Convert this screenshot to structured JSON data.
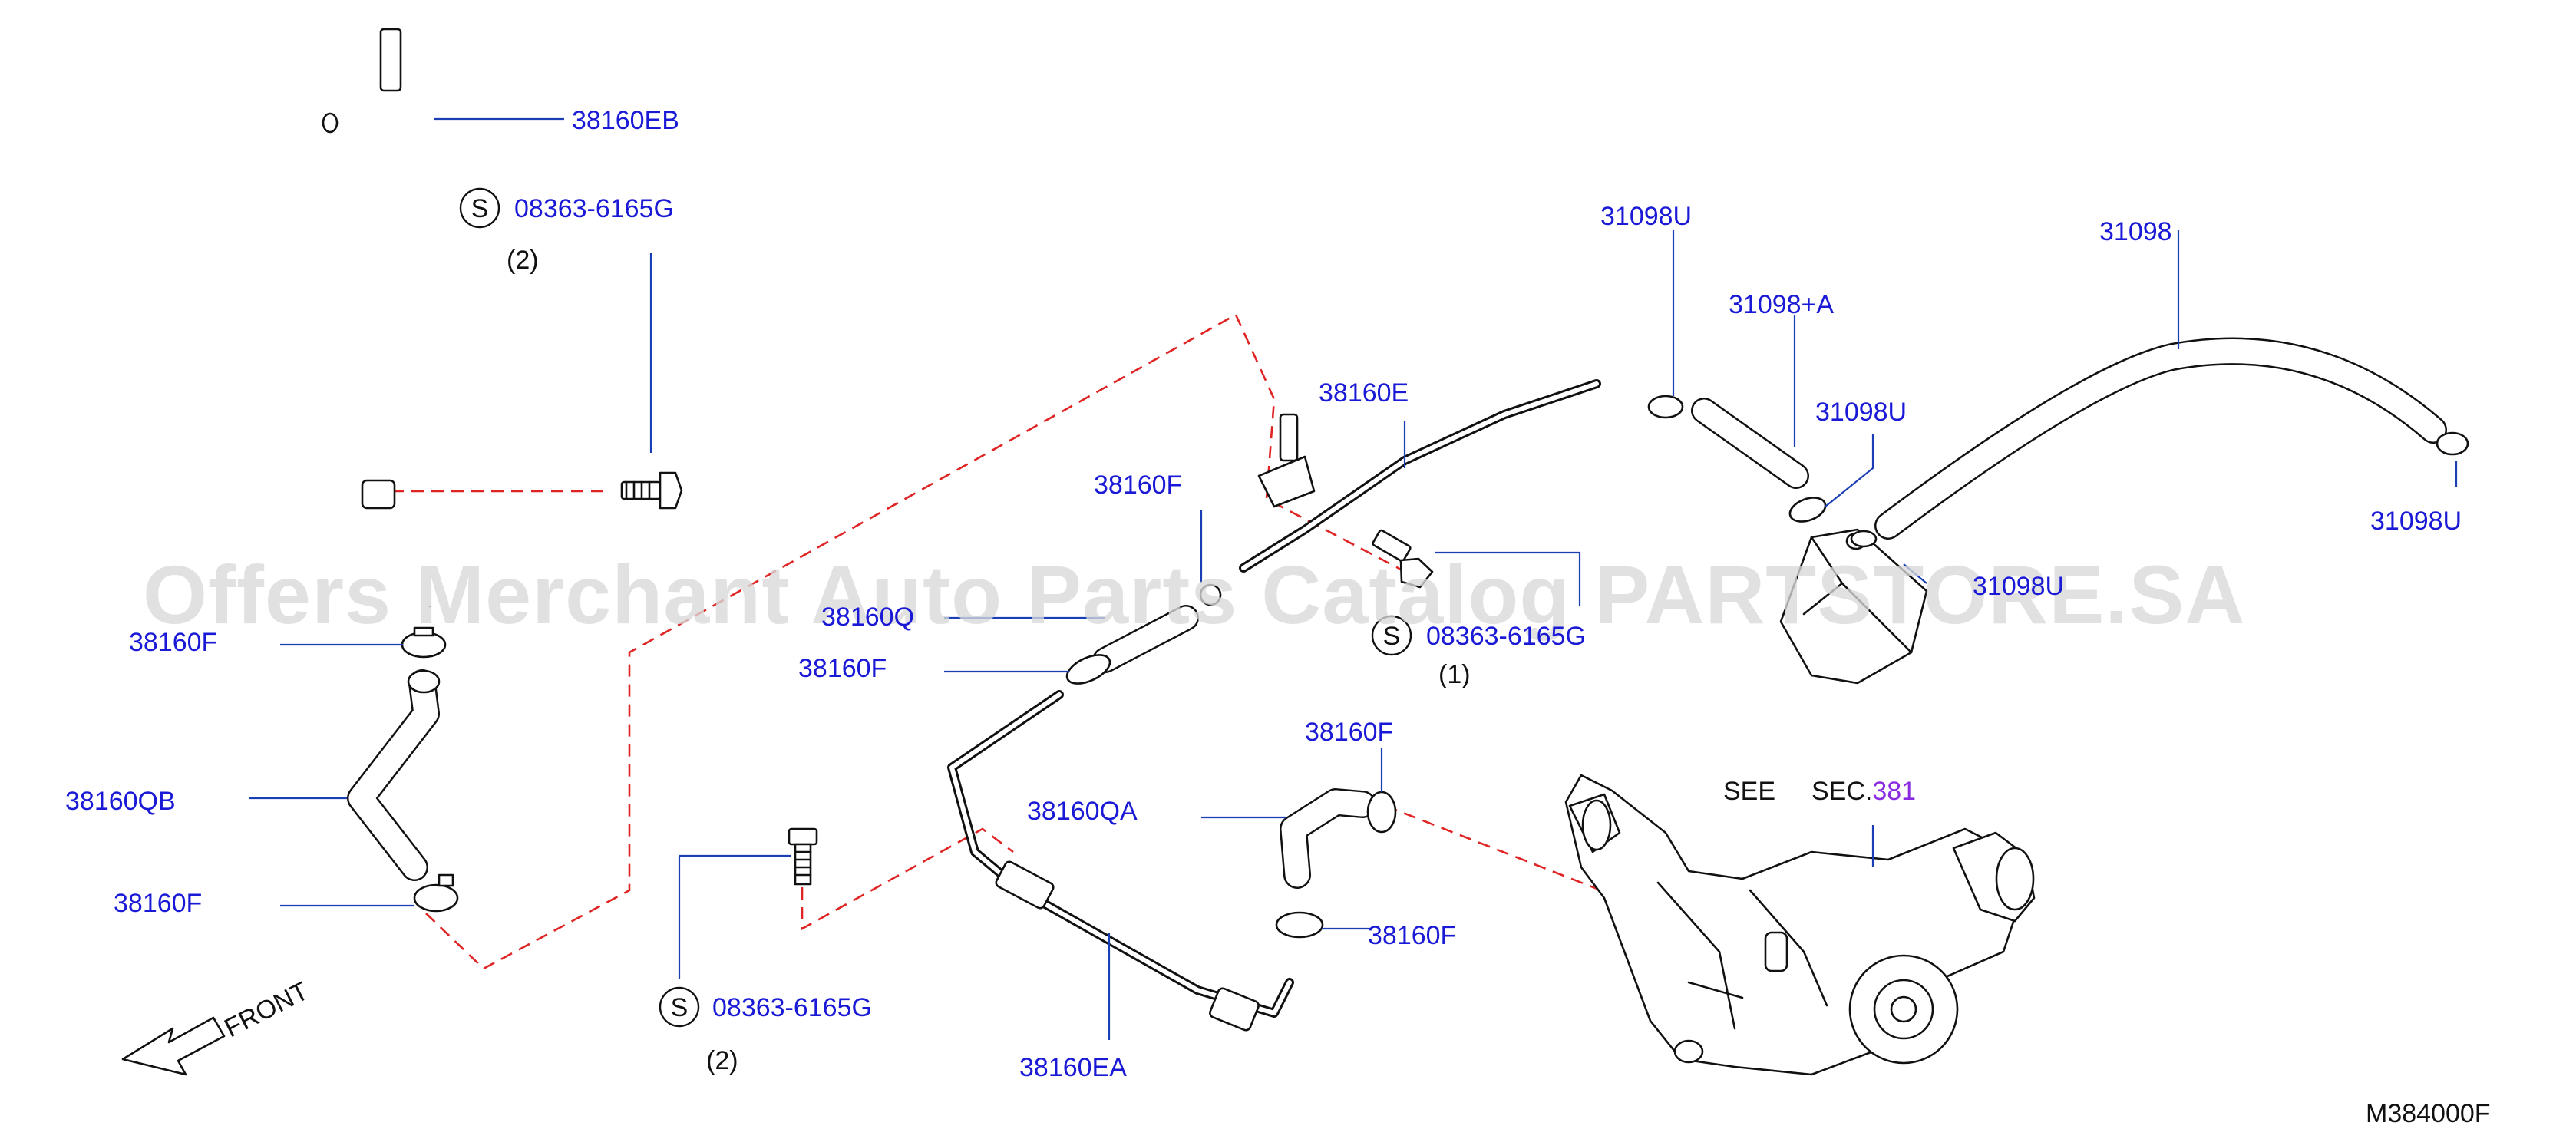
{
  "diagram_id": "M384000F",
  "watermark": "Offers Merchant Auto Parts Catalog PARTSTORE.SA",
  "see_text": "SEE",
  "sec_prefix": "SEC.",
  "sec_number": "381",
  "front_label": "FRONT",
  "colors": {
    "label": "#1a1ad6",
    "leader": "#1a3fb5",
    "phantom": "#e02424",
    "link": "#8a2be2"
  },
  "screw_symbol": "S",
  "part_labels": {
    "p38160EB": "38160EB",
    "p08363_top": "08363-6165G",
    "q08363_top": "(2)",
    "p38160F_left1": "38160F",
    "p38160QB": "38160QB",
    "p38160F_left2": "38160F",
    "p08363_bottom": "08363-6165G",
    "q08363_bottom": "(2)",
    "p38160F_mid1": "38160F",
    "p38160Q": "38160Q",
    "p38160F_mid2": "38160F",
    "p38160E": "38160E",
    "p08363_mid": "08363-6165G",
    "q08363_mid": "(1)",
    "p31098U_a": "31098U",
    "p31098_A": "31098+A",
    "p31098U_b": "31098U",
    "p31098": "31098",
    "p31098U_c": "31098U",
    "p31098U_d": "31098U",
    "p38160F_lower1": "38160F",
    "p38160QA": "38160QA",
    "p38160F_lower2": "38160F",
    "p38160EA": "38160EA"
  }
}
